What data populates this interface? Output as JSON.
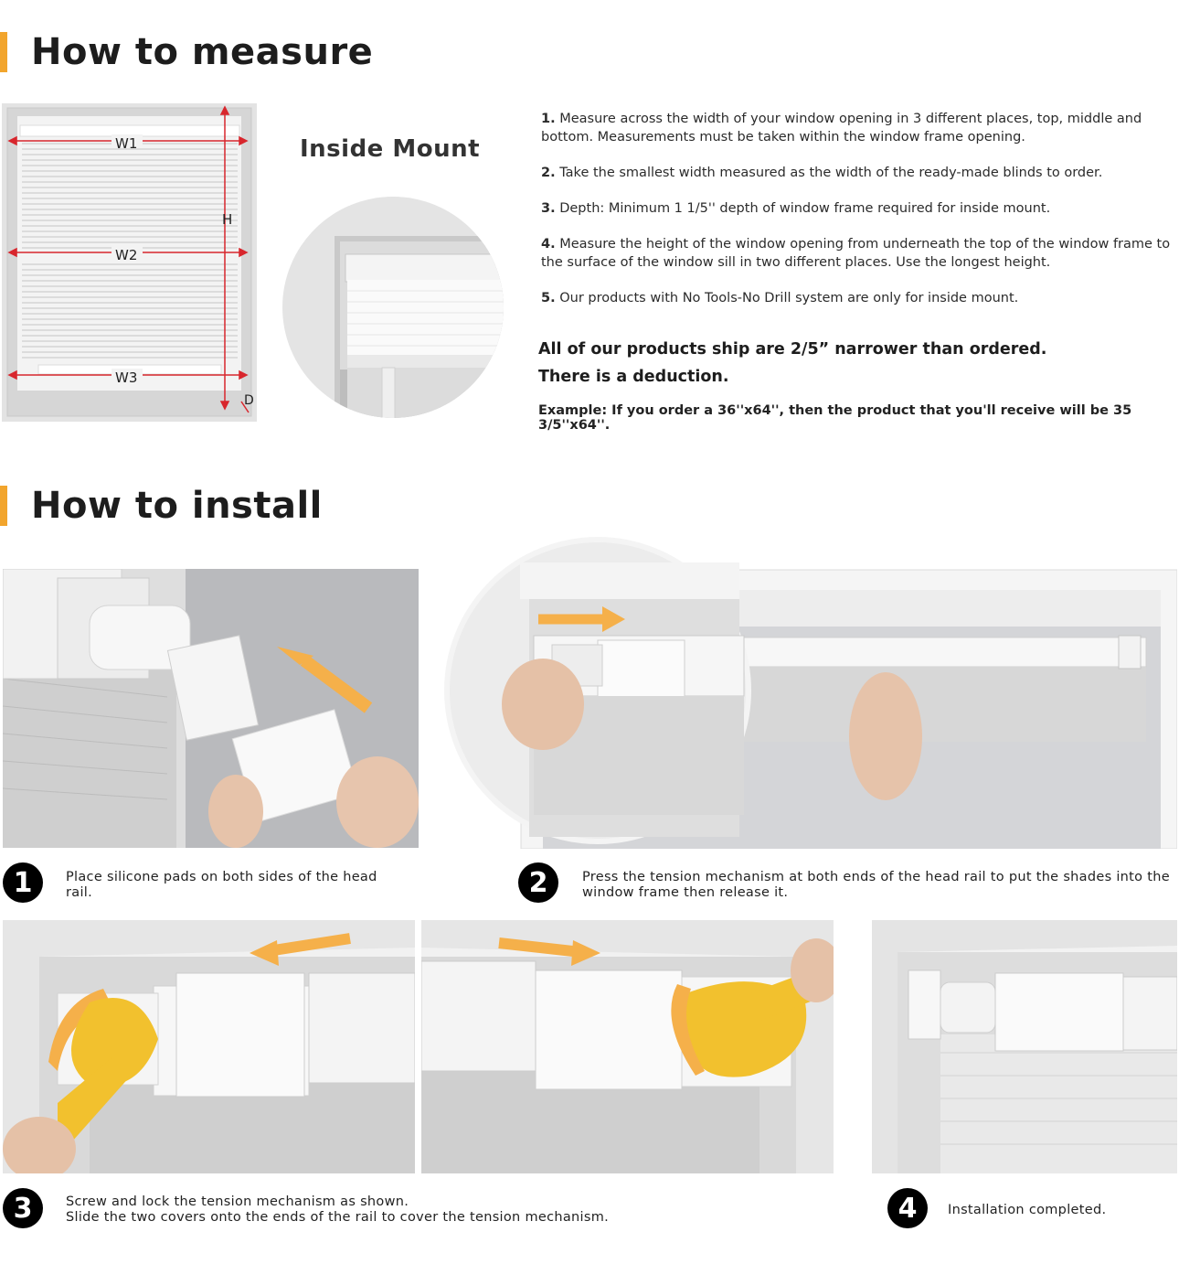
{
  "sections": {
    "measure_title": "How to measure",
    "install_title": "How to install"
  },
  "diagram": {
    "labels": [
      "W1",
      "W2",
      "W3",
      "H",
      "D"
    ],
    "accent": "#d8262d"
  },
  "inside_mount": "Inside Mount",
  "steps": [
    {
      "num": "1.",
      "text": "Measure across the width of your window opening in 3 different places, top, middle and bottom. Measurements must be taken within the window frame opening."
    },
    {
      "num": "2.",
      "text": "Take the smallest width measured as the width of the ready-made blinds to order."
    },
    {
      "num": "3.",
      "text": "Depth: Minimum 1 1/5'' depth of window frame required for inside mount."
    },
    {
      "num": "4.",
      "text": "Measure the height of the window opening from underneath the top of the window frame to the surface of the window sill in two different places. Use the longest height."
    },
    {
      "num": "5.",
      "text": "Our products with No Tools-No Drill system are only for inside mount."
    }
  ],
  "notes": {
    "narrower": "All of our products ship are 2/5” narrower than ordered.",
    "deduction": "There is a deduction.",
    "example": "Example: If you order a 36''x64'', then the product that you'll receive will be 35 3/5''x64''."
  },
  "install": [
    {
      "badge": "1",
      "caption": "Place silicone pads on both sides of the head rail."
    },
    {
      "badge": "2",
      "caption": "Press the tension mechanism at both ends of the head rail to put the shades into the window frame then release it."
    },
    {
      "badge": "3",
      "caption_line1": "Screw and lock the tension mechanism as shown.",
      "caption_line2": "Slide the two covers onto the ends of the rail to cover the tension mechanism."
    },
    {
      "badge": "4",
      "caption": "Installation completed."
    }
  ],
  "colors": {
    "accent_bar": "#f2a52d",
    "arrow": "#f5b04a",
    "wrench": "#f2c12e"
  }
}
